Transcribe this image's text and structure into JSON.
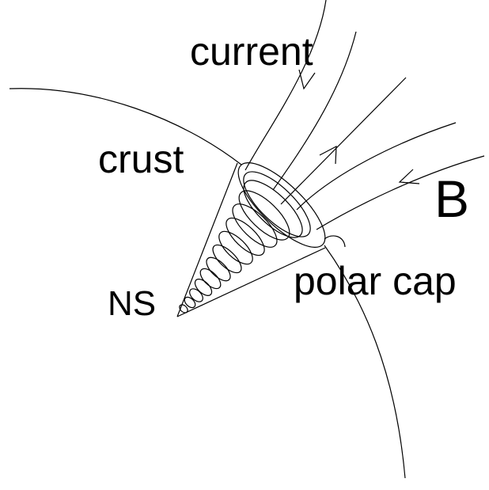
{
  "labels": {
    "current": "current",
    "crust": "crust",
    "magnetic_field": "B",
    "polar_cap": "polar cap",
    "neutron_star": "NS"
  },
  "colors": {
    "background": "#ffffff",
    "ink": "#000000"
  }
}
